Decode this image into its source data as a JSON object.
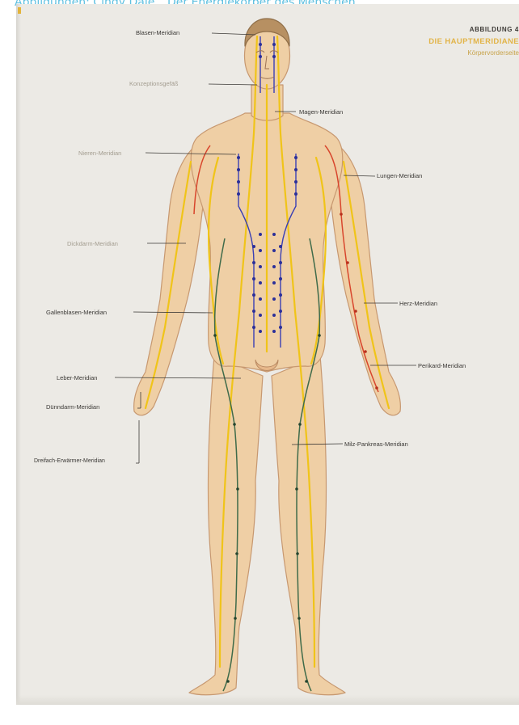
{
  "caption": "Abbildungen: Cindy Dale, „Der Energiekörper des Menschen",
  "header": {
    "line1": "ABBILDUNG 4",
    "line2": "DIE HAUPTMERIDIANE",
    "line3": "Körpervorderseite"
  },
  "labels": {
    "blasen": "Blasen-Meridian",
    "konzeption": "Konzeptionsgefäß",
    "magen": "Magen-Meridian",
    "nieren": "Nieren-Meridian",
    "lungen": "Lungen-Meridian",
    "dickdarm": "Dickdarm-Meridian",
    "herz": "Herz-Meridian",
    "gallenblasen": "Gallenblasen-Meridian",
    "perikard": "Perikard-Meridian",
    "leber": "Leber-Meridian",
    "duenndarm": "Dünndarm-Meridian",
    "milz": "Milz-Pankreas-Meridian",
    "dreifach": "Dreifach-Erwärmer-Meridian"
  },
  "colors": {
    "skin": "#efcfa5",
    "outline": "#c79870",
    "yellow_meridian": "#f0c419",
    "blue_meridian": "#3a3fb4",
    "green_meridian": "#3f6b4a",
    "red_meridian": "#d8452c"
  }
}
